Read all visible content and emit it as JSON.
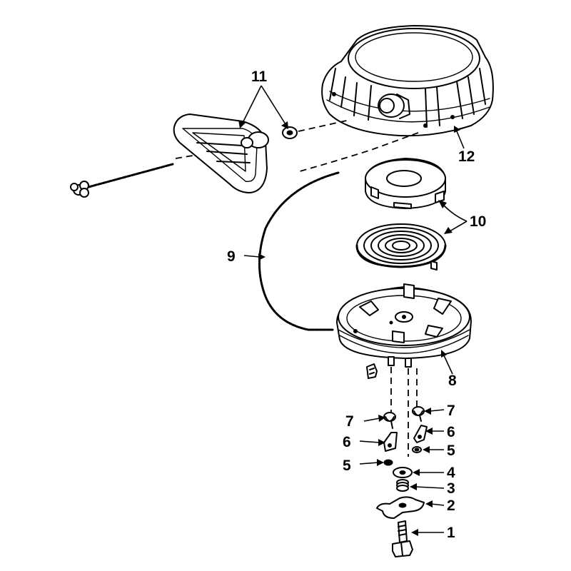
{
  "callouts": {
    "c1": "1",
    "c2": "2",
    "c3": "3",
    "c4": "4",
    "c5_left": "5",
    "c5_right": "5",
    "c6_left": "6",
    "c6_right": "6",
    "c7_left": "7",
    "c7_right": "7",
    "c8": "8",
    "c9": "9",
    "c10": "10",
    "c11": "11",
    "c12": "12"
  }
}
